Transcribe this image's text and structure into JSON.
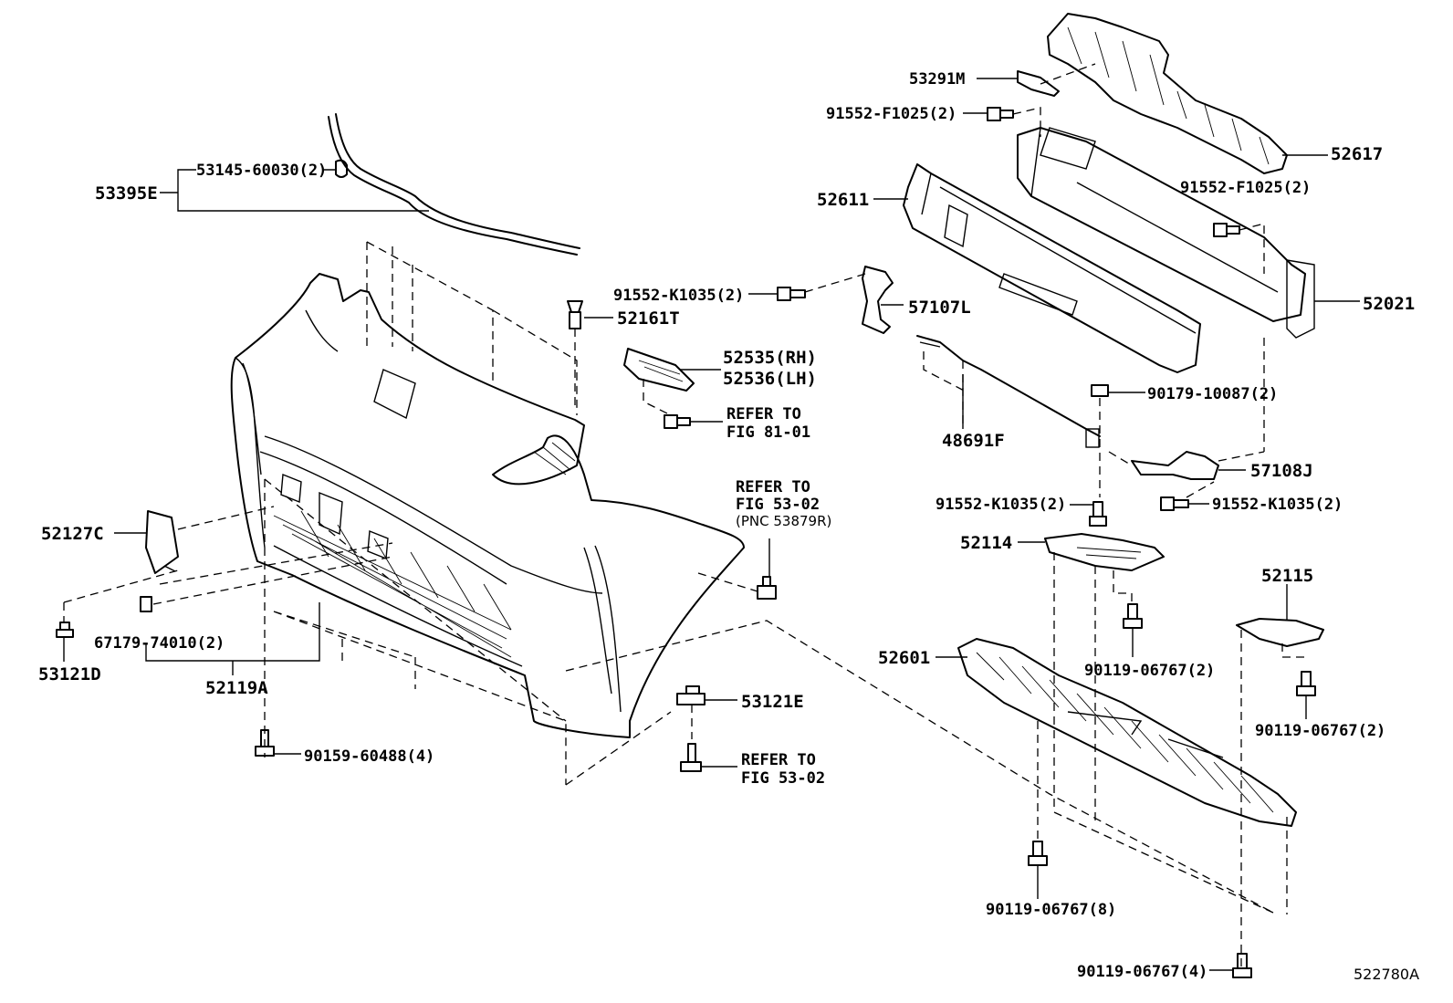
{
  "figure_id": "522780A",
  "callouts": {
    "p53395E": "53395E",
    "p53145": "53145-60030(2)",
    "p53291M": "53291M",
    "p91552F_top": "91552-F1025(2)",
    "p52617": "52617",
    "p52611": "52611",
    "p91552F_right": "91552-F1025(2)",
    "p52021": "52021",
    "p91552K_top": "91552-K1035(2)",
    "p57107L": "57107L",
    "p52161T": "52161T",
    "p52535": "52535(RH)",
    "p52536": "52536(LH)",
    "refer_8101_a": "REFER TO",
    "refer_8101_b": "FIG 81-01",
    "p48691F": "48691F",
    "p90179": "90179-10087(2)",
    "p57108J": "57108J",
    "p91552K_mid": "91552-K1035(2)",
    "p91552K_right": "91552-K1035(2)",
    "refer_5302_a": "REFER TO",
    "refer_5302_b": "FIG 53-02",
    "refer_5302_pnc": "(PNC 53879R)",
    "p52127C": "52127C",
    "p52114": "52114",
    "p52115": "52115",
    "p67179": "67179-74010(2)",
    "p53121D": "53121D",
    "p52601": "52601",
    "p90119_a": "90119-06767(2)",
    "p52119A": "52119A",
    "p53121E": "53121E",
    "p90119_b": "90119-06767(2)",
    "p90159": "90159-60488(4)",
    "refer_5302b_a": "REFER TO",
    "refer_5302b_b": "FIG 53-02",
    "p90119_c": "90119-06767(8)",
    "p90119_d": "90119-06767(4)"
  }
}
